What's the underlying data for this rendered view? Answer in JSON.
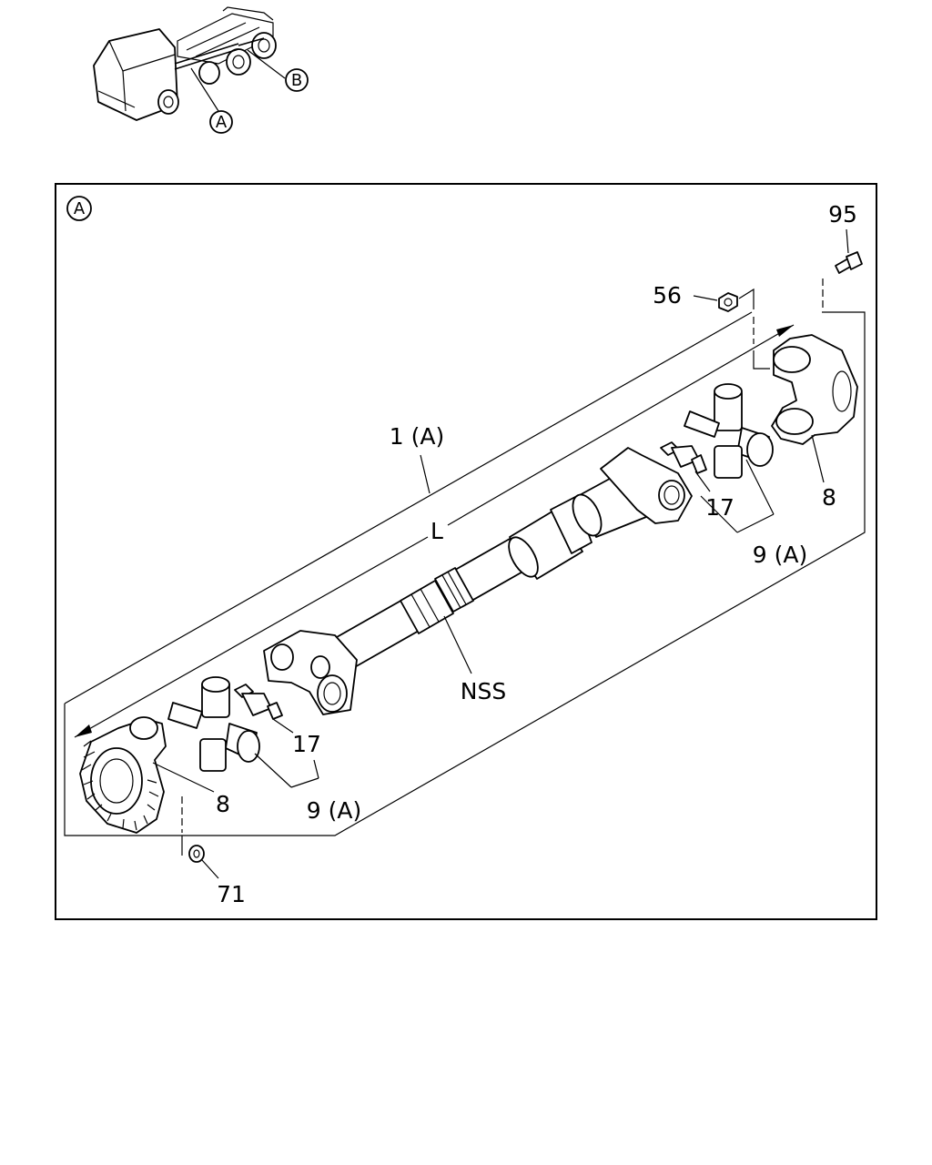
{
  "overview": {
    "callout_a": "A",
    "callout_b": "B"
  },
  "detail_view": {
    "view_marker": "A",
    "labels": {
      "bolt": "95",
      "nut": "56",
      "shaft_assembly": "1 (A)",
      "length": "L",
      "yoke_rear": "8",
      "grease_nipple_rear": "17",
      "spider_kit_rear": "9 (A)",
      "nss": "NSS",
      "grease_nipple_front": "17",
      "yoke_front": "8",
      "spider_kit_front": "9 (A)",
      "washer": "71"
    }
  }
}
